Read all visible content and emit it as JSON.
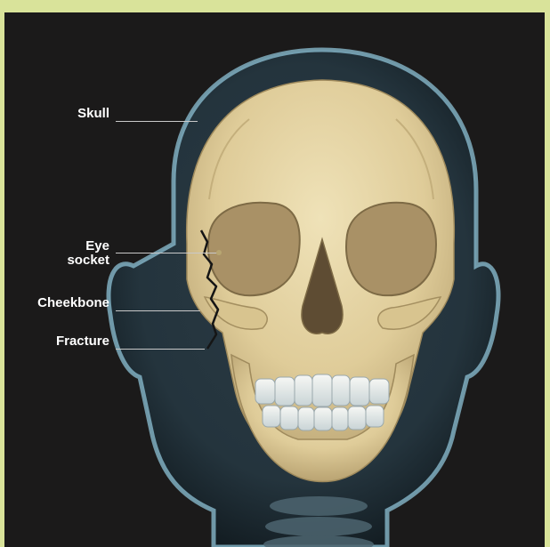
{
  "labels": {
    "skull": "Skull",
    "eye_socket_line1": "Eye",
    "eye_socket_line2": "socket",
    "cheekbone": "Cheekbone",
    "fracture": "Fracture"
  },
  "colors": {
    "frame": "#d9e39a",
    "background": "#1b1a1a",
    "bone": "#e3d3a4",
    "soft_tissue_glow": "#7fb4c9",
    "fracture_line": "#1a1a1a"
  }
}
